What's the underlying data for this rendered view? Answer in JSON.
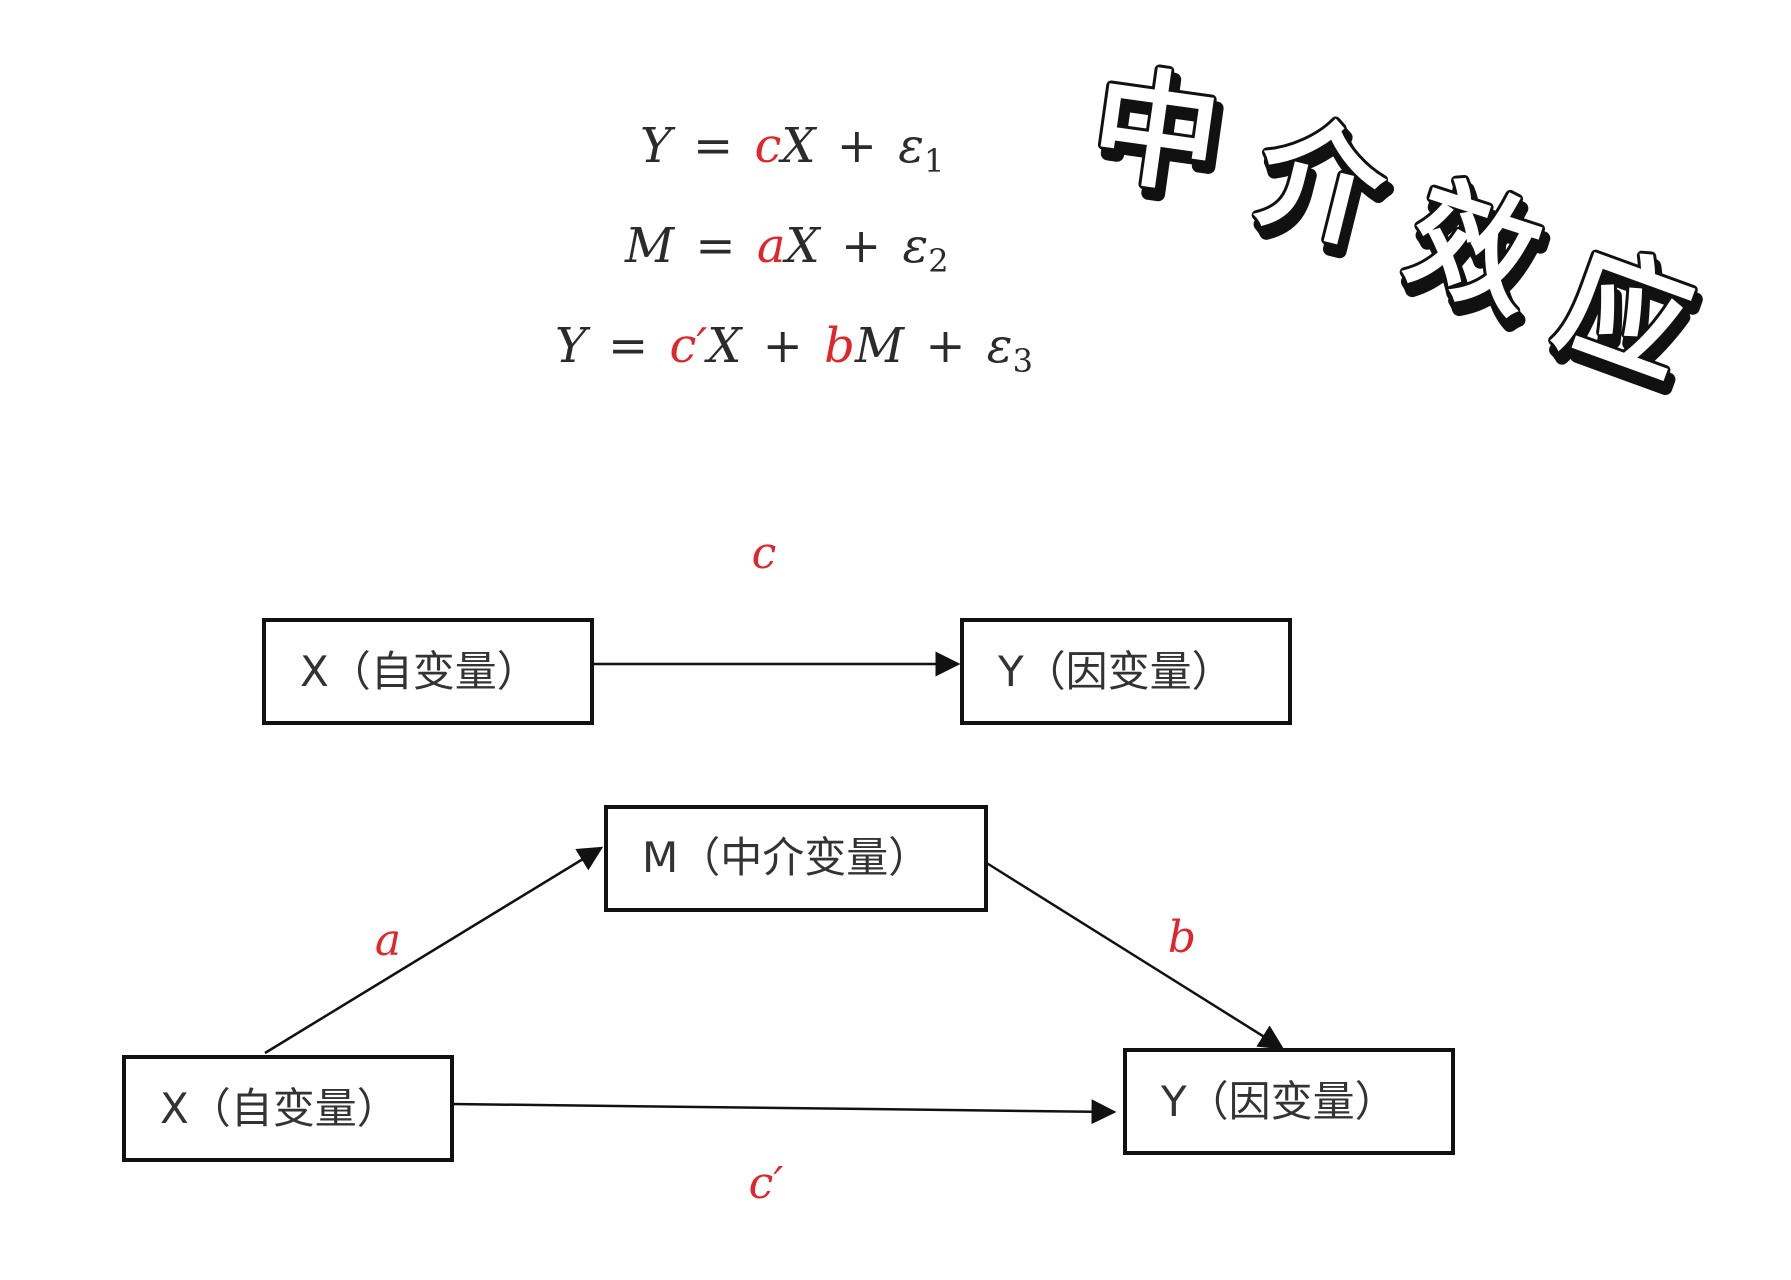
{
  "title": {
    "chars": [
      "中",
      "介",
      "效",
      "应"
    ]
  },
  "equations": [
    {
      "lhs": "Y",
      "coef": "c",
      "prime": "",
      "var": "X",
      "extra_coef": "",
      "extra_var": "",
      "eps": "ε",
      "sub": "1"
    },
    {
      "lhs": "M",
      "coef": "a",
      "prime": "",
      "var": "X",
      "extra_coef": "",
      "extra_var": "",
      "eps": "ε",
      "sub": "2"
    },
    {
      "lhs": "Y",
      "coef": "c",
      "prime": "′",
      "var": "X",
      "extra_coef": "b",
      "extra_var": "M",
      "eps": "ε",
      "sub": "3"
    }
  ],
  "operators": {
    "equals": "=",
    "plus": "+"
  },
  "total_effect": {
    "path_label": "c",
    "x_box": "X（自变量）",
    "y_box": "Y（因变量）"
  },
  "mediation": {
    "x_box": "X（自变量）",
    "m_box": "M（中介变量）",
    "y_box": "Y（因变量）",
    "a_label": "a",
    "b_label": "b",
    "c_prime_label": "c′"
  },
  "colors": {
    "highlight": "#e0262b",
    "ink": "#111111",
    "text": "#333333"
  }
}
